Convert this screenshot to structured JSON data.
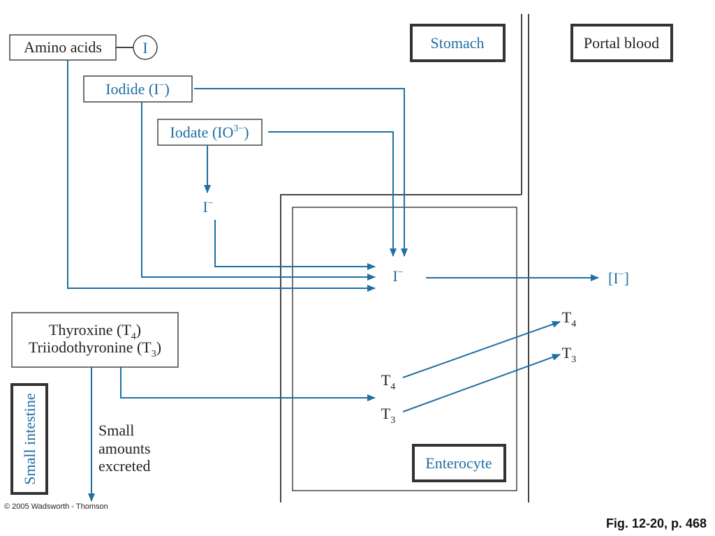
{
  "labels": {
    "amino_acids": "Amino acids",
    "i_circle": "I",
    "iodide": "Iodide (I",
    "iodide_sup": "−",
    "iodide_close": ")",
    "iodate": "Iodate (IO",
    "iodate_sup": "3−",
    "iodate_close": ")",
    "i_minus_base": "I",
    "i_minus_sup": "−",
    "enterocyte_i_base": "I",
    "enterocyte_i_sup": "−",
    "portal_i": "[I",
    "portal_i_sup": "−",
    "portal_i_close": "]",
    "stomach": "Stomach",
    "portal_blood": "Portal blood",
    "thyroxine": "Thyroxine (T",
    "thyroxine_sub": "4",
    "thyroxine_close": ")",
    "triiodothyronine": "Triiodothyronine (T",
    "triiodothyronine_sub": "3",
    "triiodothyronine_close": ")",
    "t4_base": "T",
    "t4_sub": "4",
    "t3_base": "T",
    "t3_sub": "3",
    "t4_out_base": "T",
    "t4_out_sub": "4",
    "t3_out_base": "T",
    "t3_out_sub": "3",
    "small_line1": "Small",
    "small_line2": "amounts",
    "small_line3": "excreted",
    "small_intestine": "Small intestine",
    "enterocyte": "Enterocyte"
  },
  "colors": {
    "flow": "#1f6fa3",
    "border": "#333333"
  },
  "copyright": "© 2005 Wadsworth - Thomson",
  "figure_ref": "Fig. 12-20, p. 468"
}
